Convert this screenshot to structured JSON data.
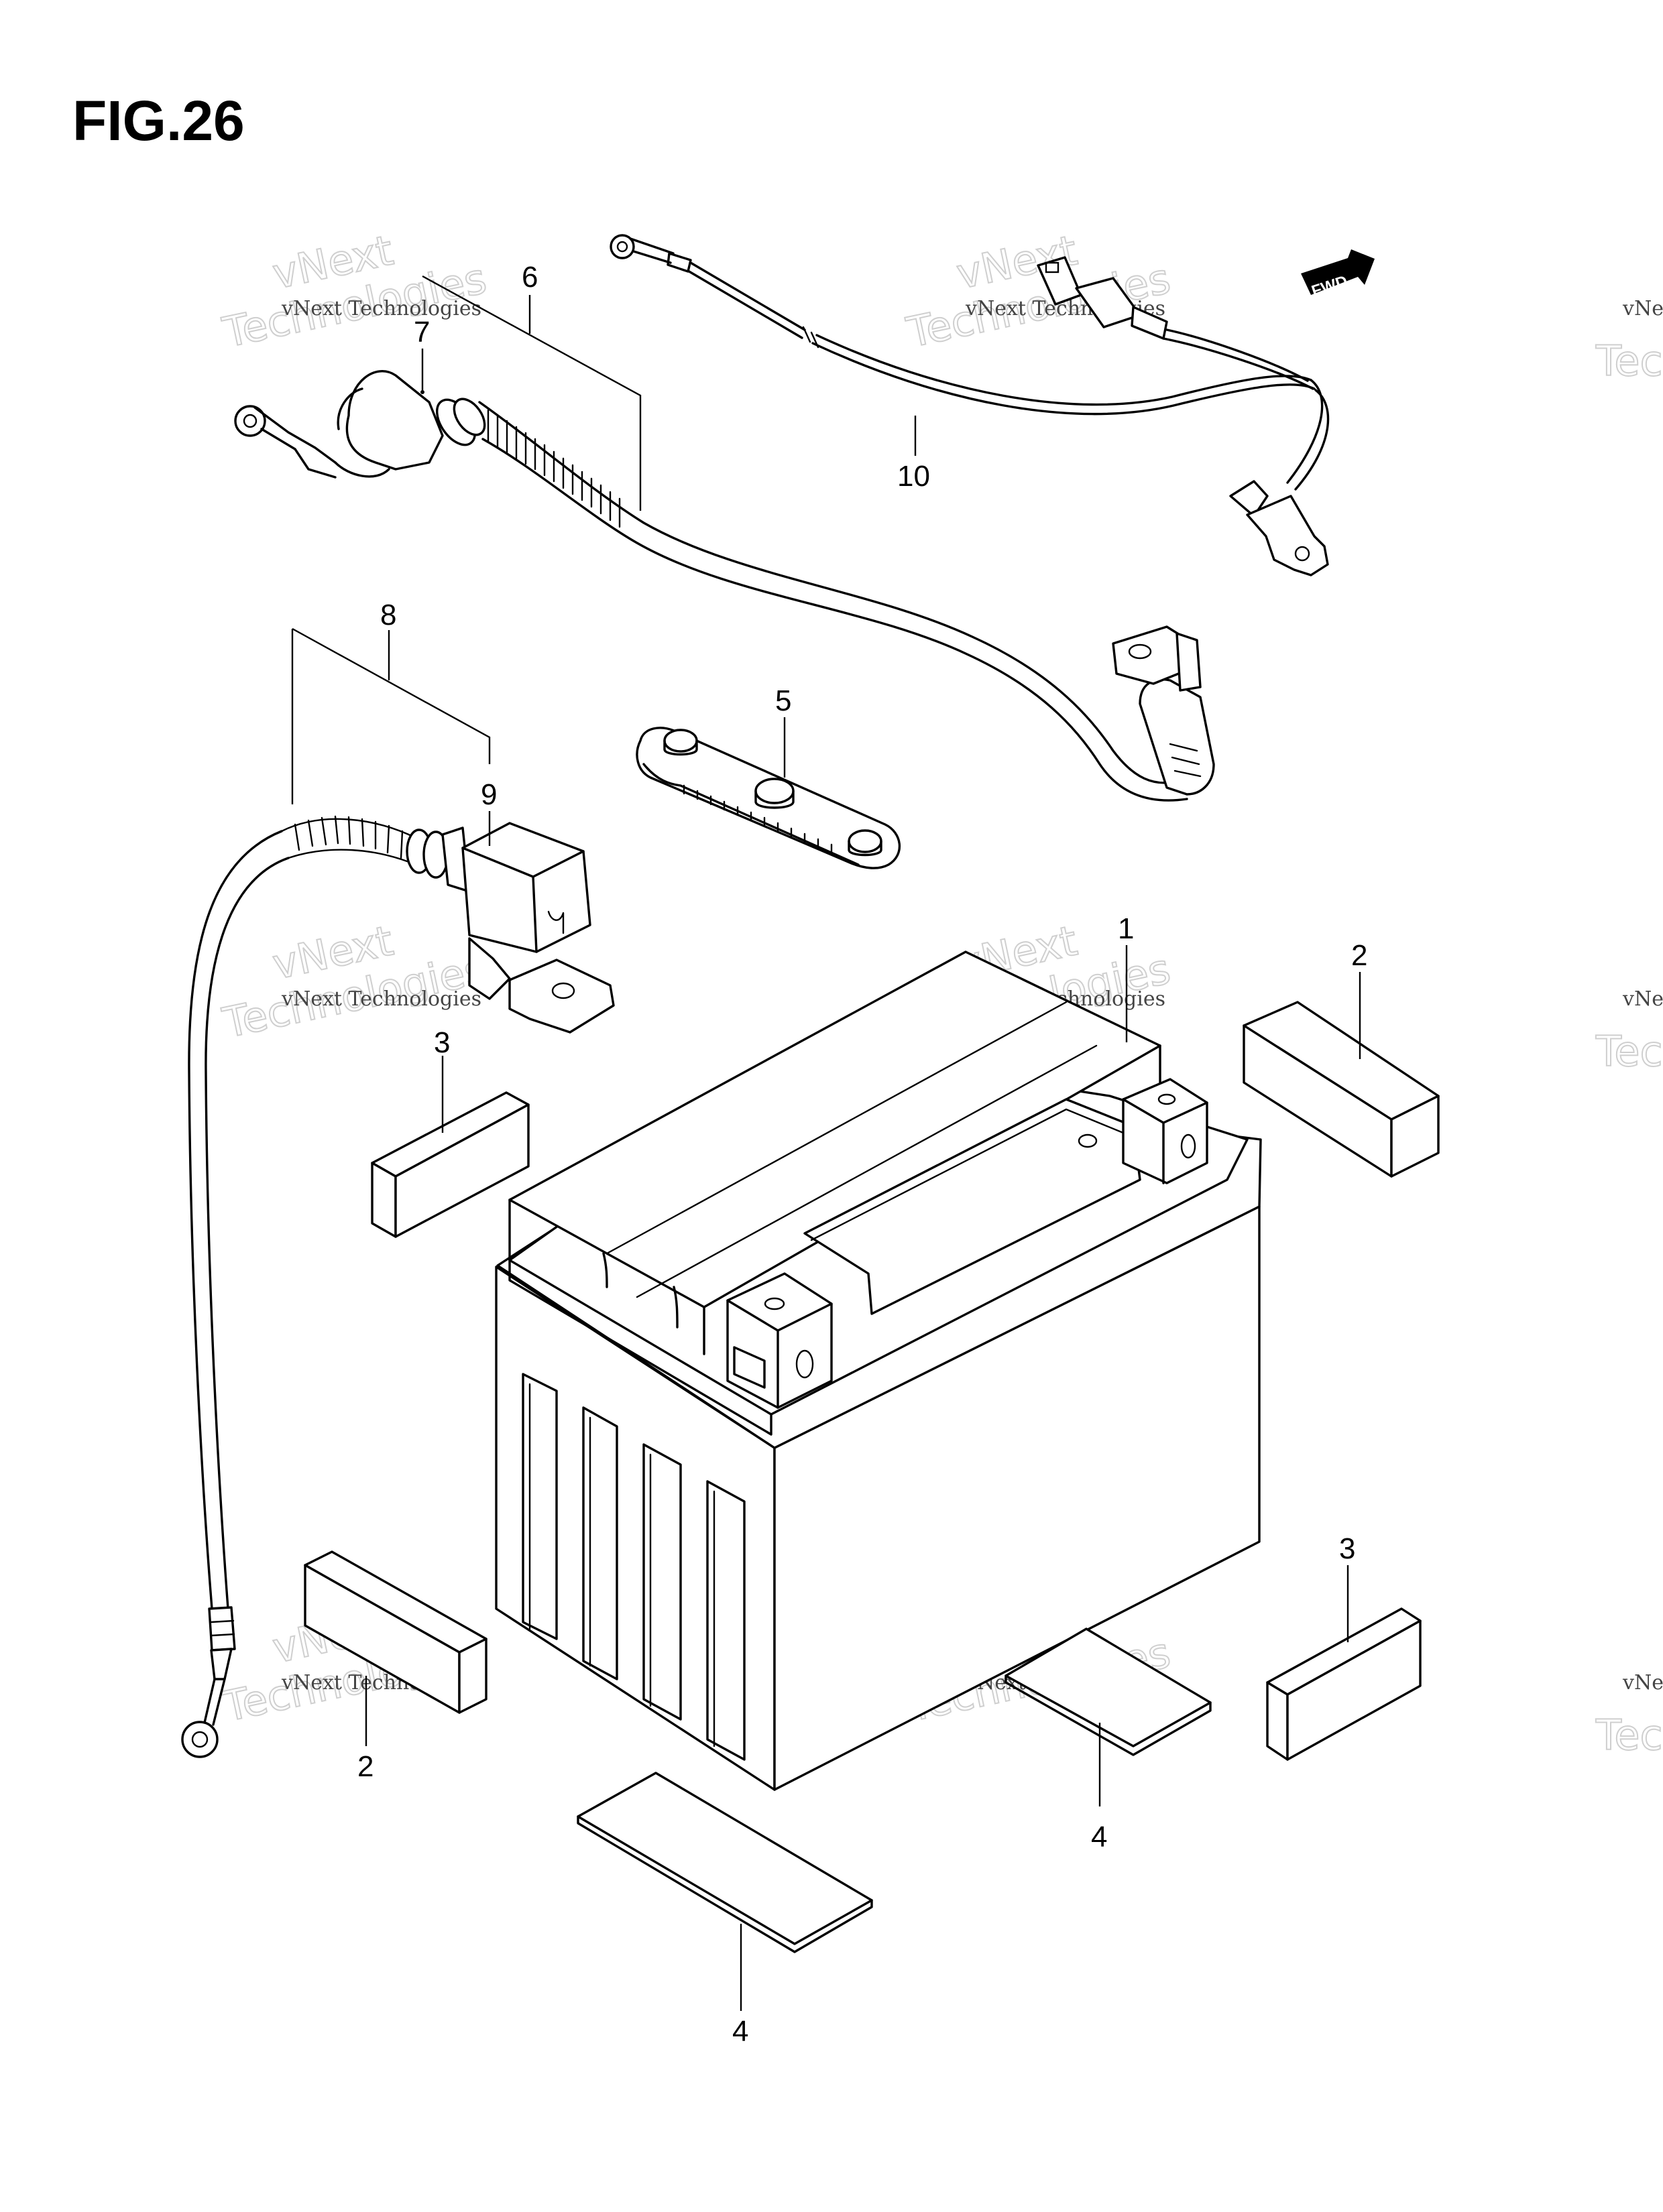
{
  "figure": {
    "title": "FIG.26"
  },
  "fwd_badge": {
    "label": "FWD"
  },
  "callouts": {
    "c1": "1",
    "c2a": "2",
    "c2b": "2",
    "c3a": "3",
    "c3b": "3",
    "c4a": "4",
    "c4b": "4",
    "c5": "5",
    "c6": "6",
    "c7": "7",
    "c8": "8",
    "c9": "9",
    "c10": "10"
  },
  "watermark": {
    "line1": "vNext Technologies",
    "line2": "Technologies",
    "line3": "vNext"
  }
}
